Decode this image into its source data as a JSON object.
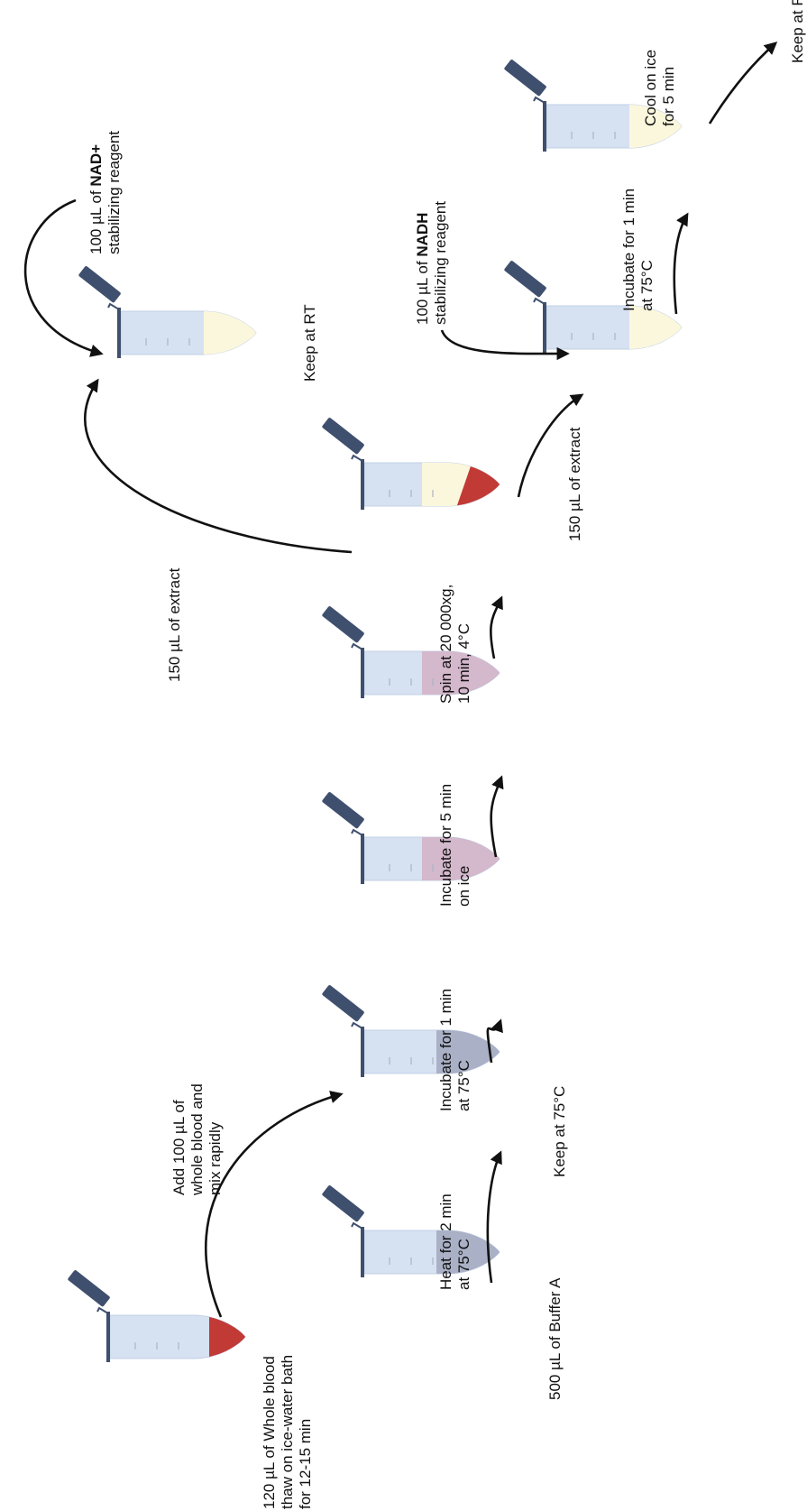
{
  "colors": {
    "tube_fill": "#d6e1f1",
    "tube_outline": "#c3d0e6",
    "cap": "#3f4f6e",
    "tick": "#aab4c6",
    "blood": "#c23a35",
    "buffer": "#aab1c6",
    "lysate": "#d4b8cc",
    "supernatant": "#fbf7dd",
    "reagent": "#fbf7dd",
    "arrow": "#111111"
  },
  "tubes": [
    {
      "id": "tube-whole-blood",
      "contents": "whole blood"
    },
    {
      "id": "tube-buffer-a",
      "contents": "buffer"
    },
    {
      "id": "tube-keep-75c",
      "contents": "buffer"
    },
    {
      "id": "tube-after-incubation",
      "contents": "lysate"
    },
    {
      "id": "tube-on-ice",
      "contents": "lysate"
    },
    {
      "id": "tube-spun",
      "contents": "supernatant and pellet"
    },
    {
      "id": "tube-nad-plus",
      "contents": "reagent"
    },
    {
      "id": "tube-nadh",
      "contents": "reagent"
    },
    {
      "id": "tube-cooled",
      "contents": "reagent"
    }
  ],
  "labels": {
    "whole_blood": [
      "120 µL of Whole blood",
      "thaw on ice-water bath",
      "for 12-15 min"
    ],
    "add_blood": [
      "Add 100 µL of",
      "whole blood and",
      "mix rapidly"
    ],
    "buffer_a": "500 µL of Buffer A",
    "heat": [
      "Heat for 2 min",
      "at 75°C"
    ],
    "keep_75": "Keep at 75°C",
    "incubate_1": [
      "Incubate for 1 min",
      "at 75°C"
    ],
    "incubate_5": [
      "Incubate for 5 min",
      "on ice"
    ],
    "spin": [
      "Spin at 20 000xg,",
      "10 min, 4°C"
    ],
    "extract_left": "150 µL of extract",
    "extract_right": "150 µL of extract",
    "nad_plus": {
      "prefix": "100 µL of ",
      "bold": "NAD+",
      "line2": "stabilizing reagent"
    },
    "keep_rt_1": "Keep at RT",
    "nadh": {
      "prefix": "100 µL of ",
      "bold": "NADH",
      "line2": "stabilizing reagent"
    },
    "incubate_2": [
      "Incubate for 1 min",
      "at 75°C"
    ],
    "cool": [
      "Cool on ice",
      "for 5 min"
    ],
    "keep_rt_2": "Keep at RT"
  }
}
